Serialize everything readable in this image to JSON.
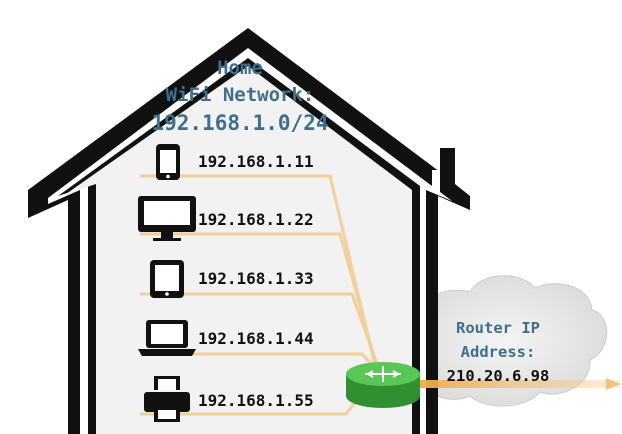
{
  "network": {
    "title_line1": "Home",
    "title_line2": "WiFi Network:",
    "subnet": "192.168.1.0/24"
  },
  "devices": [
    {
      "name": "phone-icon",
      "ip": "192.168.1.11"
    },
    {
      "name": "monitor-icon",
      "ip": "192.168.1.22"
    },
    {
      "name": "tablet-icon",
      "ip": "192.168.1.33"
    },
    {
      "name": "laptop-icon",
      "ip": "192.168.1.44"
    },
    {
      "name": "printer-icon",
      "ip": "192.168.1.55"
    }
  ],
  "router": {
    "label_line1": "Router IP",
    "label_line2": "Address:",
    "public_ip": "210.20.6.98",
    "icon": "router-icon"
  },
  "colors": {
    "house_outline": "#111111",
    "house_fill": "#f2f2f2",
    "title": "#3f6f8c",
    "connection_line": "#f3cf9a",
    "wan_line": "#f0a94a",
    "router_green": "#4cb84a",
    "cloud": "#e6e6e6"
  }
}
